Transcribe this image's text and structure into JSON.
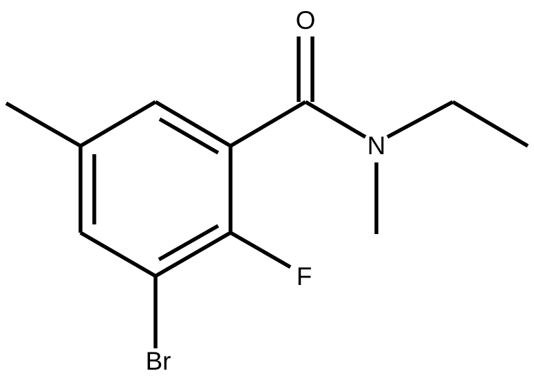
{
  "atoms": {
    "oxygen": "O",
    "nitrogen": "N",
    "fluorine": "F",
    "bromine": "Br"
  },
  "colors": {
    "bond": "#000000",
    "label": "#000000",
    "background": "#ffffff"
  }
}
